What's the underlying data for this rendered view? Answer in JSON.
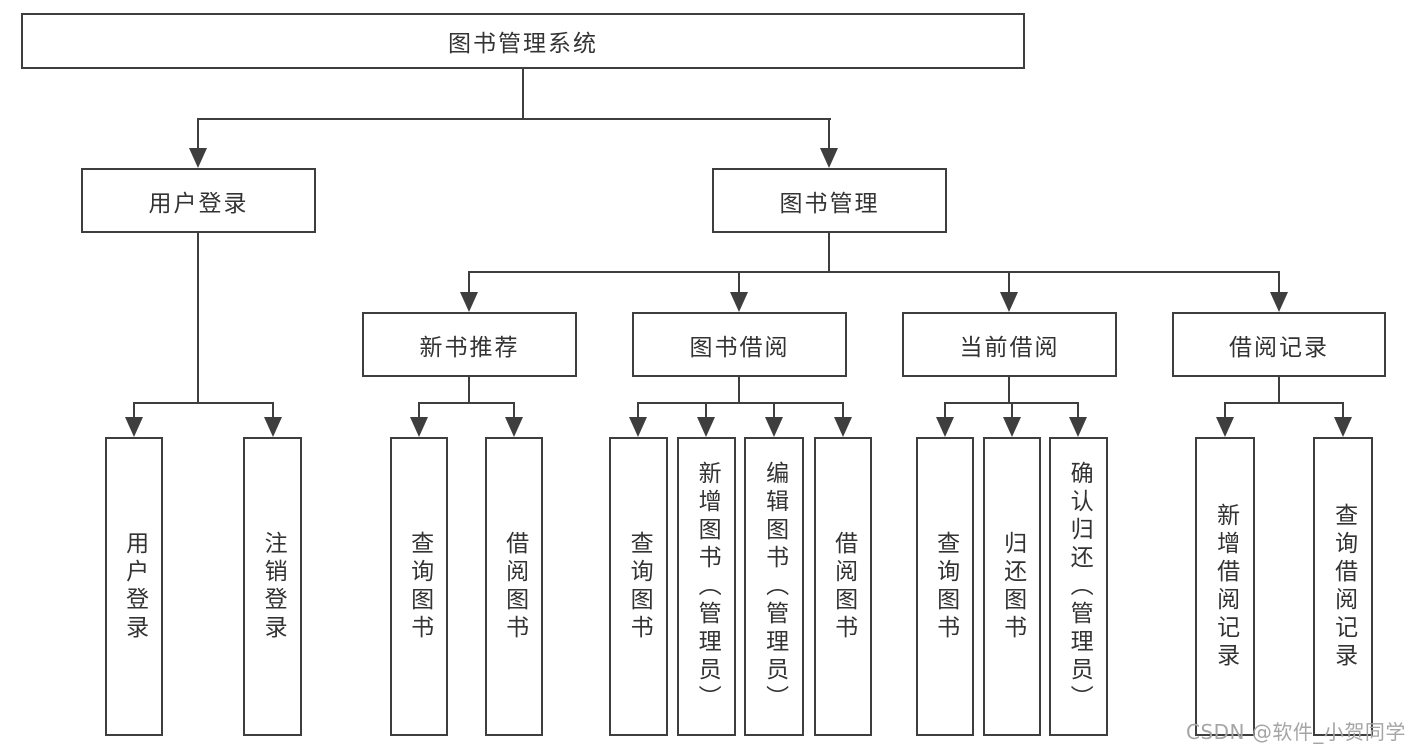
{
  "tree": {
    "label": "图书管理系统",
    "children": [
      {
        "label": "用户登录",
        "children": [
          {
            "label": "用户登录"
          },
          {
            "label": "注销登录"
          }
        ]
      },
      {
        "label": "图书管理",
        "children": [
          {
            "label": "新书推荐",
            "children": [
              {
                "label": "查询图书"
              },
              {
                "label": "借阅图书"
              }
            ]
          },
          {
            "label": "图书借阅",
            "children": [
              {
                "label": "查询图书"
              },
              {
                "label": "新增图书（管理员）"
              },
              {
                "label": "编辑图书（管理员）"
              },
              {
                "label": "借阅图书"
              }
            ]
          },
          {
            "label": "当前借阅",
            "children": [
              {
                "label": "查询图书"
              },
              {
                "label": "归还图书"
              },
              {
                "label": "确认归还（管理员）"
              }
            ]
          },
          {
            "label": "借阅记录",
            "children": [
              {
                "label": "新增借阅记录"
              },
              {
                "label": "查询借阅记录"
              }
            ]
          }
        ]
      }
    ]
  },
  "watermark": {
    "text": "CSDN @软件_小贺同学"
  },
  "colors": {
    "line": "#3e3e3e",
    "text": "#333333",
    "watermark": "#a5a5a5",
    "background": "#ffffff"
  }
}
